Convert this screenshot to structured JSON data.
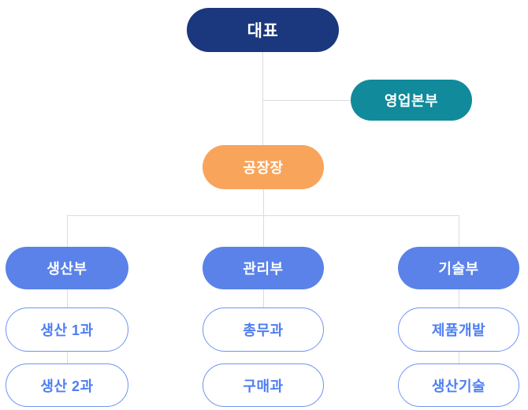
{
  "org_chart": {
    "nodes": {
      "ceo": {
        "label": "대표",
        "bg": "#1B377D",
        "text_color": "#ffffff"
      },
      "sales_hq": {
        "label": "영업본부",
        "bg": "#118A9B",
        "text_color": "#ffffff"
      },
      "factory_manager": {
        "label": "공장장",
        "bg": "#F9A45B",
        "text_color": "#ffffff"
      },
      "production_dept": {
        "label": "생산부",
        "bg": "#5A82E8",
        "text_color": "#ffffff"
      },
      "management_dept": {
        "label": "관리부",
        "bg": "#5A82E8",
        "text_color": "#ffffff"
      },
      "technical_dept": {
        "label": "기술부",
        "bg": "#5A82E8",
        "text_color": "#ffffff"
      },
      "production_sec_1": {
        "label": "생산 1과",
        "bg": "#ffffff",
        "border_color": "#6E94F2",
        "text_color": "#4D7EF2"
      },
      "production_sec_2": {
        "label": "생산 2과",
        "bg": "#ffffff",
        "border_color": "#6E94F2",
        "text_color": "#4D7EF2"
      },
      "general_affairs": {
        "label": "총무과",
        "bg": "#ffffff",
        "border_color": "#6E94F2",
        "text_color": "#4D7EF2"
      },
      "purchasing": {
        "label": "구매과",
        "bg": "#ffffff",
        "border_color": "#6E94F2",
        "text_color": "#4D7EF2"
      },
      "product_development": {
        "label": "제품개발",
        "bg": "#ffffff",
        "border_color": "#6E94F2",
        "text_color": "#4D7EF2"
      },
      "production_technology": {
        "label": "생산기술",
        "bg": "#ffffff",
        "border_color": "#6E94F2",
        "text_color": "#4D7EF2"
      }
    },
    "edges": [
      {
        "from": "ceo",
        "to": "sales_hq"
      },
      {
        "from": "ceo",
        "to": "factory_manager"
      },
      {
        "from": "factory_manager",
        "to": "production_dept"
      },
      {
        "from": "factory_manager",
        "to": "management_dept"
      },
      {
        "from": "factory_manager",
        "to": "technical_dept"
      },
      {
        "from": "production_dept",
        "to": "production_sec_1"
      },
      {
        "from": "production_sec_1",
        "to": "production_sec_2"
      },
      {
        "from": "management_dept",
        "to": "general_affairs"
      },
      {
        "from": "technical_dept",
        "to": "product_development"
      },
      {
        "from": "product_development",
        "to": "production_technology"
      }
    ],
    "colors": {
      "connector_line": "#DCDCDC",
      "background": "#ffffff"
    }
  }
}
